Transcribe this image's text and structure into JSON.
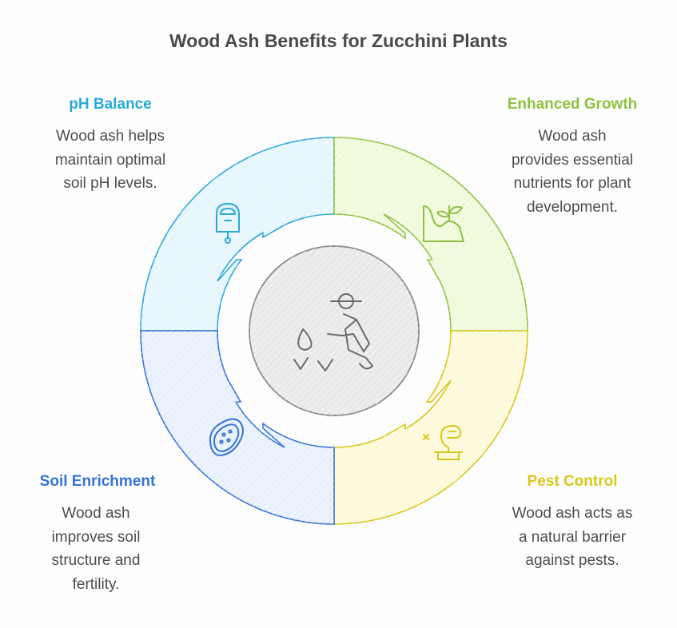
{
  "title": "Wood Ash Benefits for Zucchini Plants",
  "sections": [
    {
      "key": "ph",
      "label": "pH Balance",
      "color": "#2aa9d9",
      "fill": "#e5f6fd",
      "desc": [
        "Wood ash helps",
        "maintain optimal",
        "soil pH levels."
      ],
      "icon": "parking-meter-icon"
    },
    {
      "key": "growth",
      "label": "Enhanced Growth",
      "color": "#8ec13f",
      "fill": "#effadb",
      "desc": [
        "Wood ash",
        "provides essential",
        "nutrients for plant",
        "development."
      ],
      "icon": "sprouting-plant-icon"
    },
    {
      "key": "pest",
      "label": "Pest Control",
      "color": "#d9c619",
      "fill": "#fdf9d8",
      "desc": [
        "Wood ash acts as",
        "a natural barrier",
        "against pests."
      ],
      "icon": "snake-plant-icon"
    },
    {
      "key": "soil",
      "label": "Soil Enrichment",
      "color": "#3573d6",
      "fill": "#e7f0fc",
      "desc": [
        "Wood ash",
        "improves soil",
        "structure and",
        "fertility."
      ],
      "icon": "soil-sponge-icon"
    }
  ],
  "center": {
    "icon": "gardener-watering-icon",
    "fill": "#e9e9e9",
    "stroke": "#8a8a8a"
  }
}
